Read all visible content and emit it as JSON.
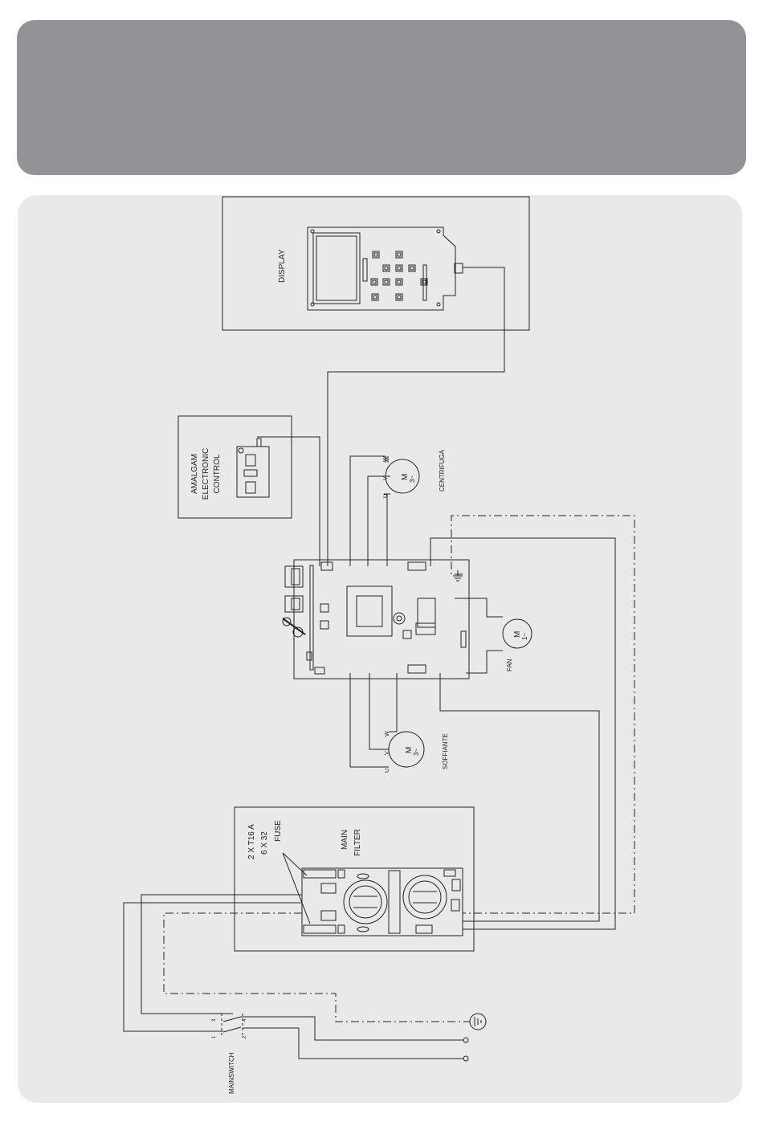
{
  "labels": {
    "display": "DISPLAY",
    "amalgam_line1": "AMALGAM",
    "amalgam_line2": "ELECTRONIC",
    "amalgam_line3": "CONTROL",
    "centrifuga": "CENTRIFUGA",
    "fan": "FAN",
    "soffiante": "SOFFIANTE",
    "fuse_line1": "2 X T16 A",
    "fuse_line2": "6 X 32",
    "fuse_line3": "FUSE",
    "filter_line1": "MAIN",
    "filter_line2": "FILTER",
    "main_switch": "MAINSWITCH",
    "motor_symbol": "M",
    "motor_3phase": "3~",
    "motor_1phase": "1~",
    "terminal_u": "U",
    "terminal_v": "V",
    "terminal_w": "W",
    "switch_pin_1": "1",
    "switch_pin_2": "2",
    "switch_pin_3": "3",
    "switch_pin_4": "4"
  },
  "colors": {
    "header_band": "#929396",
    "panel_background": "#e8e9ea",
    "line": "#222222"
  }
}
